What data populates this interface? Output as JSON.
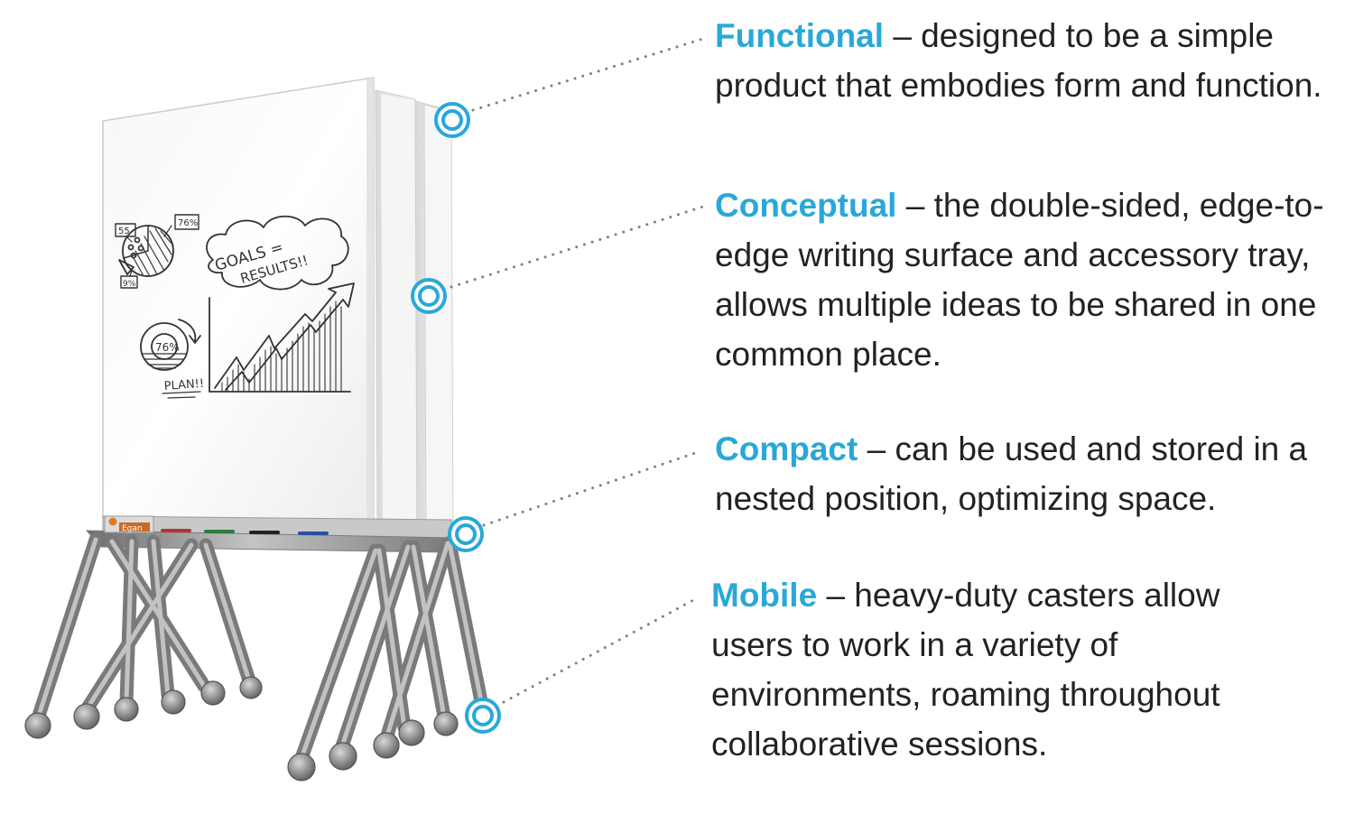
{
  "colors": {
    "accent": "#29a8d8",
    "text": "#222222",
    "callout_ring": "#29a8d8",
    "leader_line": "#808080",
    "frame_metal": "#8f8f8f",
    "board_surface": "#ffffff"
  },
  "illustration": {
    "subject": "nested mobile whiteboards on a folding frame with casters",
    "tray_brand": "Egan",
    "sketch": {
      "cloud_text_line1": "GOALS =",
      "cloud_text_line2": "RESULTS!!",
      "plan_label": "PLAN!!",
      "pie_tag_top": "76%",
      "pie_tag_left": "55",
      "pie_tag_bottom": "9%",
      "donut_label": "76%"
    }
  },
  "features": [
    {
      "term": "Functional",
      "description": "– designed to be a simple product that embodies form and function."
    },
    {
      "term": "Conceptual",
      "description": "– the double-sided, edge-to-edge writing surface and accessory tray, allows multiple ideas to be shared in one common place."
    },
    {
      "term": "Compact",
      "description": "– can be used and stored in a nested position, optimizing space."
    },
    {
      "term": "Mobile",
      "description": "– heavy-duty casters allow users to work in a variety of environments, roaming throughout collaborative sessions."
    }
  ]
}
